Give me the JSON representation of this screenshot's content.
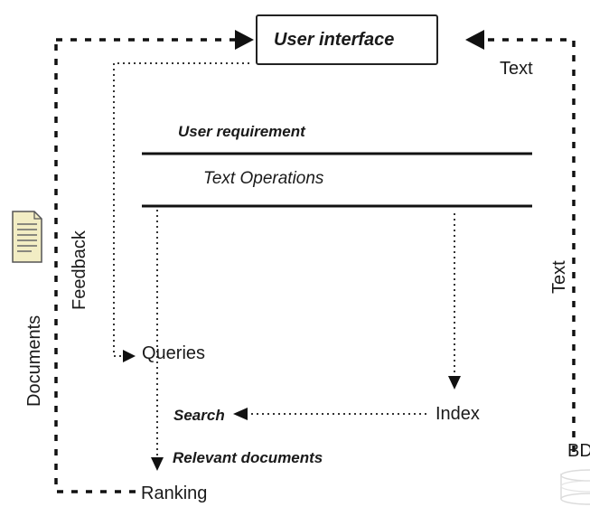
{
  "diagram": {
    "user_interface": "User interface",
    "text_top": "Text",
    "user_requirement": "User requirement",
    "text_operations": "Text Operations",
    "queries": "Queries",
    "search": "Search",
    "index": "Index",
    "relevant_documents": "Relevant documents",
    "ranking": "Ranking",
    "feedback": "Feedback",
    "documents": "Documents",
    "text_side": "Text",
    "bd": "BD"
  },
  "icons": {
    "document": "document-icon",
    "database": "database-icon"
  }
}
